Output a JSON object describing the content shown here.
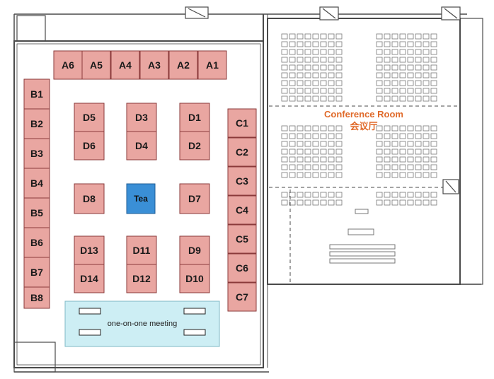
{
  "colors": {
    "booth_fill": "#e9a6a1",
    "booth_stroke": "#8a3a3a",
    "tea_fill": "#3a8fd6",
    "meeting_fill": "#cdeef4",
    "conference_text": "#e06a2a",
    "wall": "#4a4a4a",
    "seat": "#777777"
  },
  "booths": {
    "A1": "A1",
    "A2": "A2",
    "A3": "A3",
    "A4": "A4",
    "A5": "A5",
    "A6": "A6",
    "B1": "B1",
    "B2": "B2",
    "B3": "B3",
    "B4": "B4",
    "B5": "B5",
    "B6": "B6",
    "B7": "B7",
    "B8": "B8",
    "C1": "C1",
    "C2": "C2",
    "C3": "C3",
    "C4": "C4",
    "C5": "C5",
    "C6": "C6",
    "C7": "C7",
    "D1": "D1",
    "D2": "D2",
    "D3": "D3",
    "D4": "D4",
    "D5": "D5",
    "D6": "D6",
    "D7": "D7",
    "D8": "D8",
    "D9": "D9",
    "D10": "D10",
    "D11": "D11",
    "D12": "D12",
    "D13": "D13",
    "D14": "D14"
  },
  "tea": {
    "label": "Tea"
  },
  "meeting": {
    "label": "one-on-one meeting"
  },
  "conference": {
    "title_en": "Conference Room",
    "title_zh": "会议厅"
  }
}
